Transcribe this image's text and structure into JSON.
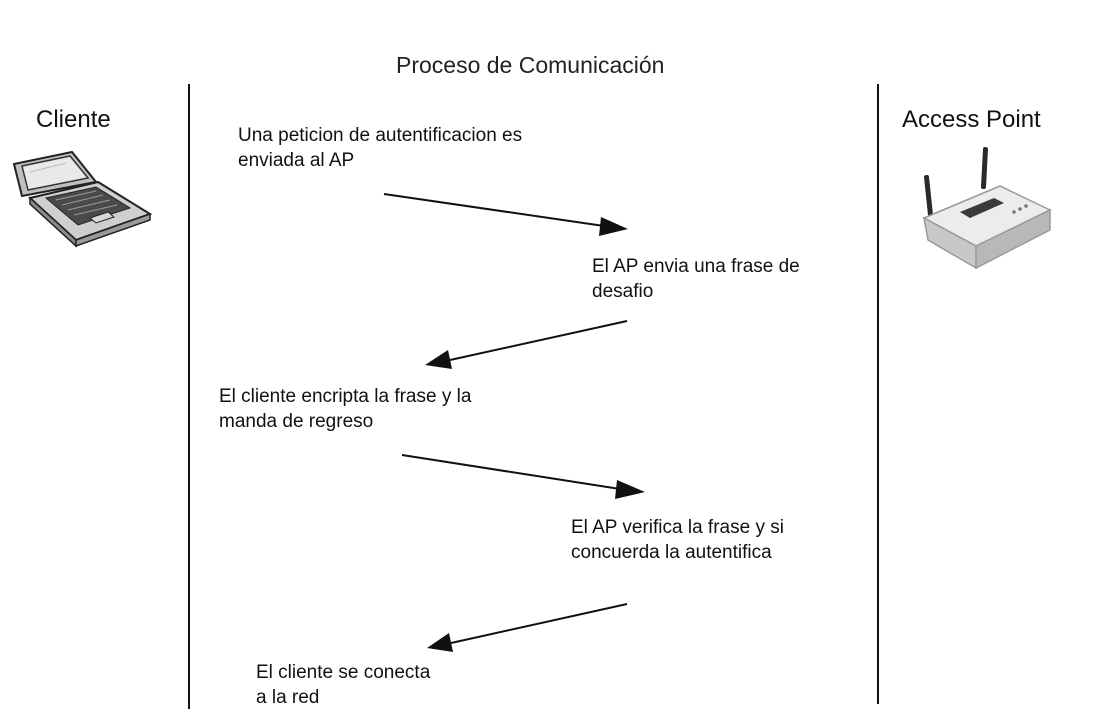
{
  "title": "Proceso de Comunicación",
  "actors": {
    "client": {
      "label": "Cliente",
      "icon": "laptop-icon"
    },
    "access_point": {
      "label": "Access Point",
      "icon": "wireless-router-icon"
    }
  },
  "steps": [
    {
      "text": "Una peticion de autentificacion es\nenviada al AP",
      "direction": "client-to-ap"
    },
    {
      "text": "El AP envia una frase de\ndesafio",
      "direction": "ap-to-client"
    },
    {
      "text": "El cliente encripta la frase y la\nmanda de regreso",
      "direction": "client-to-ap"
    },
    {
      "text": "El AP verifica la frase y si\nconcuerda la autentifica",
      "direction": "ap-to-client"
    },
    {
      "text": "El cliente se conecta\na la red",
      "direction": "none"
    }
  ]
}
